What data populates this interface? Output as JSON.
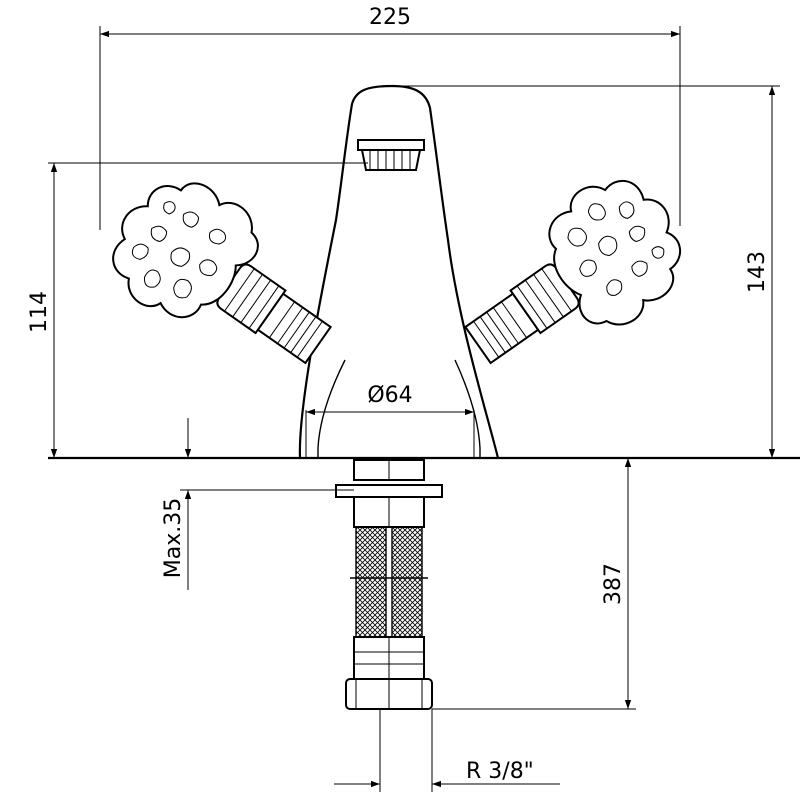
{
  "dimensions": {
    "overall_width": "225",
    "spout_height": "114",
    "total_height": "143",
    "base_diameter": "Ø64",
    "max_thickness": "Max.35",
    "hose_length": "387",
    "thread": "R 3/8\""
  }
}
